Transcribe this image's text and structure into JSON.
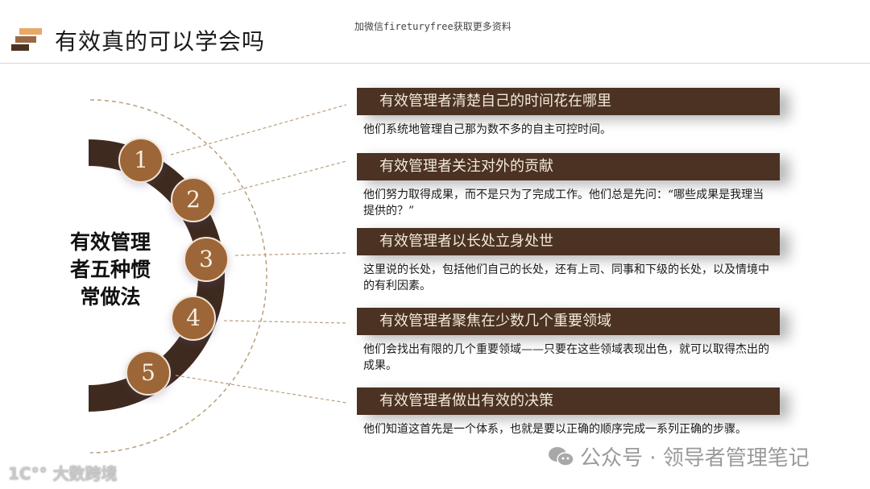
{
  "header": {
    "title": "有效真的可以学会吗",
    "logo_colors": [
      "#e8a868",
      "#9a6a48",
      "#4b3222"
    ]
  },
  "top_note": "加微信fireturyfree获取更多资料",
  "diagram": {
    "center_label": "有效管理者五种惯常做法",
    "center_label_lines": [
      "有效管理",
      "者五种惯",
      "常做法"
    ],
    "arc_color": "#4b3222",
    "circle_color": "#9c6638",
    "numbers": [
      "1",
      "2",
      "3",
      "4",
      "5"
    ]
  },
  "items": [
    {
      "title": "有效管理者清楚自己的时间花在哪里",
      "desc": "他们系统地管理自己那为数不多的自主可控时间。"
    },
    {
      "title": "有效管理者关注对外的贡献",
      "desc": "他们努力取得成果，而不是只为了完成工作。他们总是先问：“哪些成果是我理当提供的？”"
    },
    {
      "title": "有效管理者以长处立身处世",
      "desc": "这里说的长处，包括他们自己的长处，还有上司、同事和下级的长处，以及情境中的有利因素。"
    },
    {
      "title": "有效管理者聚焦在少数几个重要领域",
      "desc": "他们会找出有限的几个重要领域——只要在这些领域表现出色，就可以取得杰出的成果。"
    },
    {
      "title": "有效管理者做出有效的决策",
      "desc": "他们知道这首先是一个体系，也就是要以正确的顺序完成一系列正确的步骤。"
    }
  ],
  "watermarks": {
    "right": "公众号 · 领导者管理笔记",
    "left": "大数跨境",
    "left_logo": "1C°°"
  }
}
